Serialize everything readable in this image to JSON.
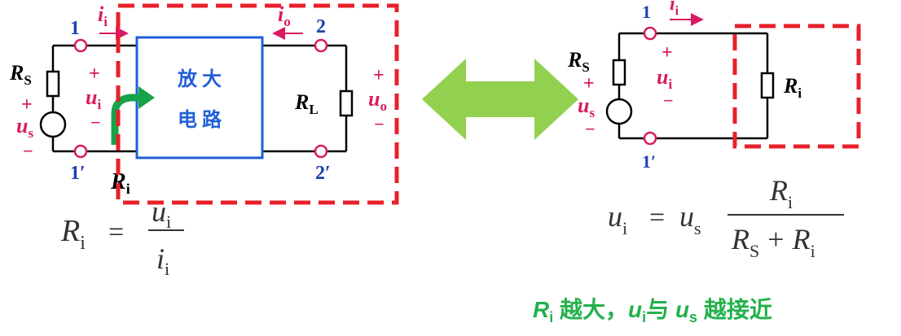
{
  "colors": {
    "wire": "#000000",
    "amp_box": "#1f5fd6",
    "amp_text": "#1f5fd6",
    "terminal_label": "#1f3fb0",
    "voltage_label": "#d81b60",
    "terminal_circle": "#d81b60",
    "dashed_box": "#e8202a",
    "ri_arrow": "#16a34a",
    "double_arrow": "#92d050",
    "conclusion_text": "#22b14c"
  },
  "left_circuit": {
    "terminal_1": "1",
    "terminal_1p": "1′",
    "terminal_2": "2",
    "terminal_2p": "2′",
    "ii_main": "i",
    "ii_sub": "i",
    "io_main": "i",
    "io_sub": "o",
    "rs_main": "R",
    "rs_sub": "S",
    "us_main": "u",
    "us_sub": "s",
    "ui_main": "u",
    "ui_sub": "i",
    "uo_main": "u",
    "uo_sub": "o",
    "rl_main": "R",
    "rl_sub": "L",
    "ri_main": "R",
    "ri_sub": "i",
    "plus": "+",
    "minus": "−",
    "amp_line1": "放大",
    "amp_line2": "电路"
  },
  "right_circuit": {
    "terminal_1": "1",
    "terminal_1p": "1′",
    "ii_main": "i",
    "ii_sub": "i",
    "rs_main": "R",
    "rs_sub": "S",
    "us_main": "u",
    "us_sub": "s",
    "ui_main": "u",
    "ui_sub": "i",
    "ri_main": "R",
    "ri_sub": "i",
    "plus": "+",
    "minus": "−"
  },
  "formula_left": {
    "lhs_main": "R",
    "lhs_sub": "i",
    "equals": "=",
    "num_main": "u",
    "num_sub": "i",
    "den_main": "i",
    "den_sub": "i"
  },
  "formula_right": {
    "lhs_main": "u",
    "lhs_sub": "i",
    "equals": "=",
    "factor_main": "u",
    "factor_sub": "s",
    "num_main": "R",
    "num_sub": "i",
    "den_a_main": "R",
    "den_a_sub": "S",
    "den_plus": "+",
    "den_b_main": "R",
    "den_b_sub": "i"
  },
  "conclusion": {
    "ri_main": "R",
    "ri_sub": "i",
    "text1": " 越大，",
    "ui_main": "u",
    "ui_sub": "i",
    "text2": "与 ",
    "us_main": "u",
    "us_sub": "s",
    "text3": " 越接近"
  }
}
